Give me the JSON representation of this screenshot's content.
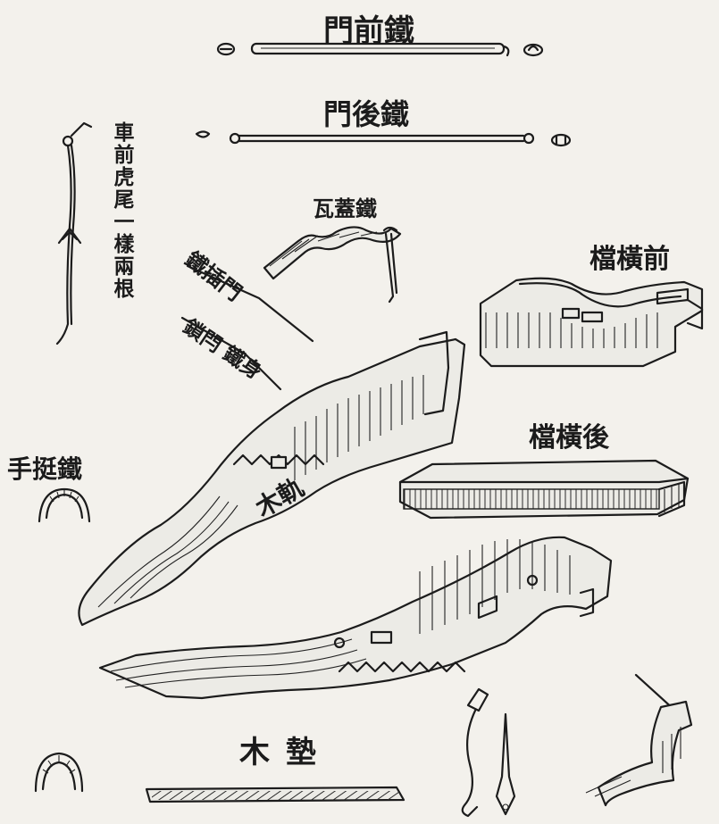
{
  "labels": {
    "front_door_iron": "門前鐵",
    "rear_door_iron": "門後鐵",
    "cart_front_tiger_tail": "車前虎尾一樣兩根",
    "tile_cover_iron": "瓦蓋鐵",
    "front_cross_rail": "檔橫前",
    "rear_cross_rail": "檔橫後",
    "hand_grip_iron": "手挺鐵",
    "mid_iron": "鐵插門",
    "body_side_iron": "鎖閂 鐵身",
    "wood_rail": "木軌",
    "wood_pad": "木墊"
  }
}
